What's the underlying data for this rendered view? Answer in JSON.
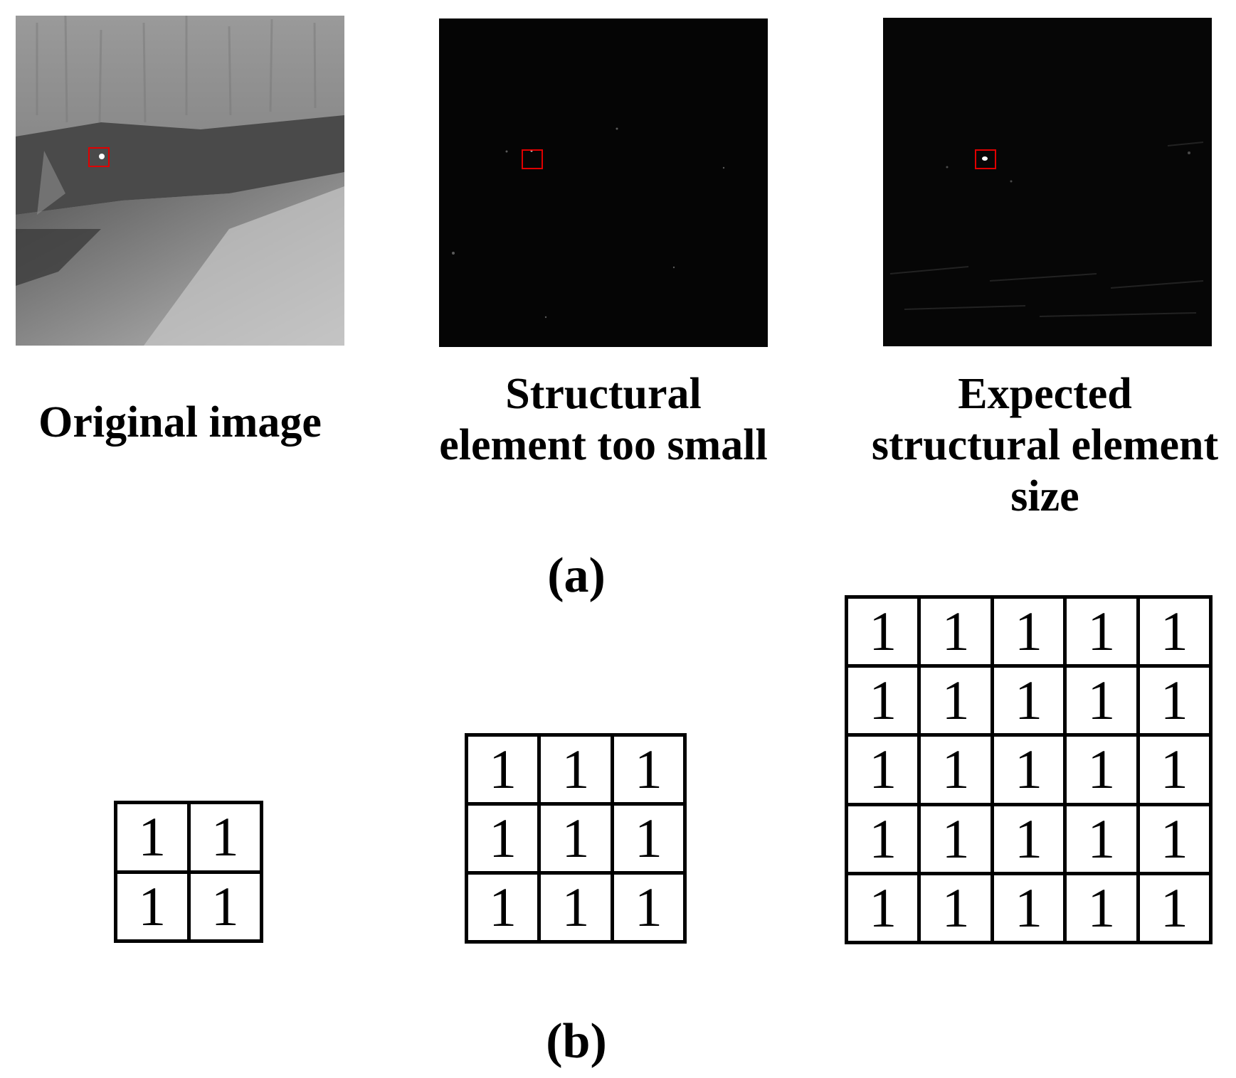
{
  "panel_a": {
    "label": "(a)",
    "images": [
      {
        "caption_lines": [
          "Original image"
        ]
      },
      {
        "caption_lines": [
          "Structural",
          "element too small"
        ]
      },
      {
        "caption_lines": [
          "Expected",
          "structural element",
          "size"
        ]
      }
    ],
    "target_box_color": "#e00000"
  },
  "panel_b": {
    "label": "(b)",
    "matrices": [
      {
        "size": 2,
        "cell_value": "1"
      },
      {
        "size": 3,
        "cell_value": "1"
      },
      {
        "size": 5,
        "cell_value": "1"
      }
    ]
  }
}
